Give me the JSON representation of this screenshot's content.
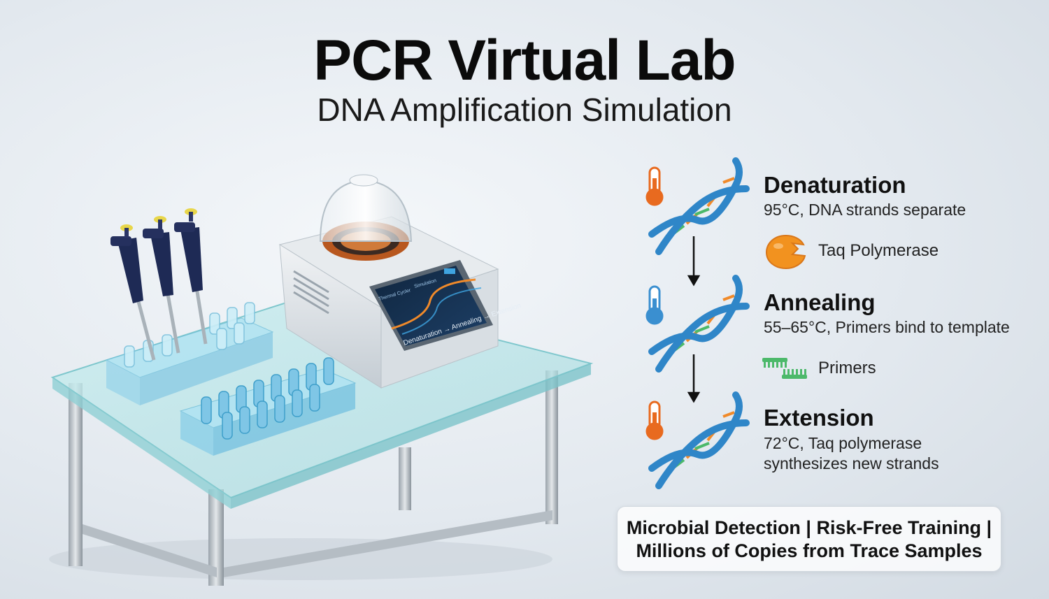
{
  "header": {
    "title": "PCR Virtual Lab",
    "subtitle": "DNA Amplification Simulation"
  },
  "device_screen": {
    "title_left": "Thermal Cycler",
    "title_mid": "Simulation",
    "stages_caption": "Denaturation → Annealing → Extension"
  },
  "steps": [
    {
      "name": "Denaturation",
      "description": "95°C, DNA strands separate",
      "thermometer_color": "#e86a1f"
    },
    {
      "name": "Annealing",
      "description": "55–65°C, Primers bind to template",
      "thermometer_color": "#3a8fd0"
    },
    {
      "name": "Extension",
      "description_line1": "72°C, Taq polymerase",
      "description_line2": "synthesizes new strands",
      "thermometer_color": "#e86a1f"
    }
  ],
  "aux": {
    "polymerase_label": "Taq Polymerase",
    "primers_label": "Primers"
  },
  "footer": {
    "line1": "Microbial Detection | Risk-Free Training |",
    "line2": "Millions of Copies from Trace Samples"
  },
  "colors": {
    "dna_blue": "#2f86c8",
    "base_orange": "#f08a2a",
    "base_green": "#4cb96a",
    "polymerase": "#f2921f",
    "primer": "#4cb96a"
  }
}
